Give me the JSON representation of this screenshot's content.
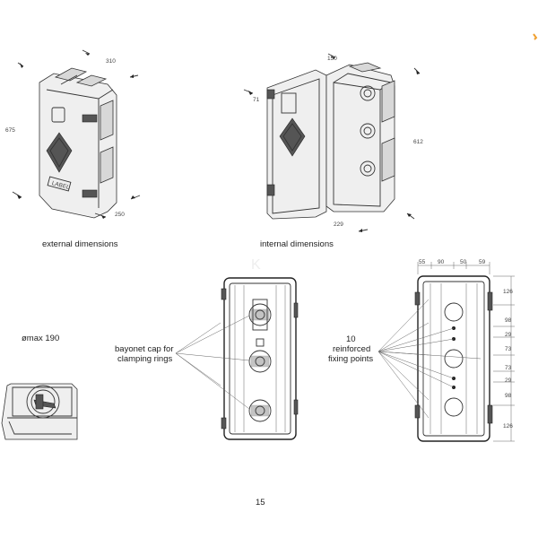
{
  "captions": {
    "external": "external dimensions",
    "internal": "internal dimensions",
    "diameter": "ømax 190",
    "bayonet_line1": "bayonet cap for",
    "bayonet_line2": "clamping rings",
    "fixing_line1": "10",
    "fixing_line2": "reinforced",
    "fixing_line3": "fixing points",
    "page_number": "15"
  },
  "external_dims": {
    "width": "310",
    "height": "675",
    "depth": "250"
  },
  "internal_dims": {
    "width": "150",
    "height": "612",
    "depth": "229",
    "hinge": "71"
  },
  "top_dims": [
    "55",
    "90",
    "50",
    "59"
  ],
  "right_dims": [
    "126",
    "98",
    "29",
    "73",
    "73",
    "29",
    "98",
    "126"
  ],
  "colors": {
    "accent": "#f0a030",
    "line": "#333333"
  }
}
